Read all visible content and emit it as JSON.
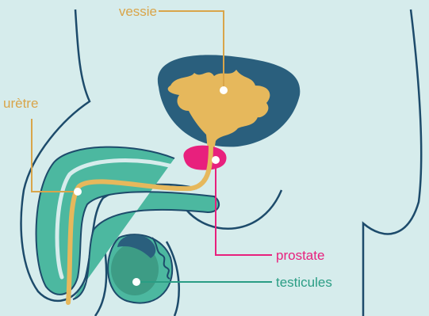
{
  "labels": {
    "bladder": "vessie",
    "urethra": "urètre",
    "prostate": "prostate",
    "testicles": "testicules"
  },
  "colors": {
    "background": "#d6ecec",
    "outline": "#1d4b6b",
    "bladder_wall": "#2a5f7d",
    "urine": "#e6b85c",
    "urethra": "#e6b85c",
    "prostate": "#e8207d",
    "tissue": "#4cb8a0",
    "testicle": "#3d9c85",
    "label_bladder": "#d9a54a",
    "label_urethra": "#d9a54a",
    "label_prostate": "#e8207d",
    "label_testicles": "#2a9d84"
  }
}
